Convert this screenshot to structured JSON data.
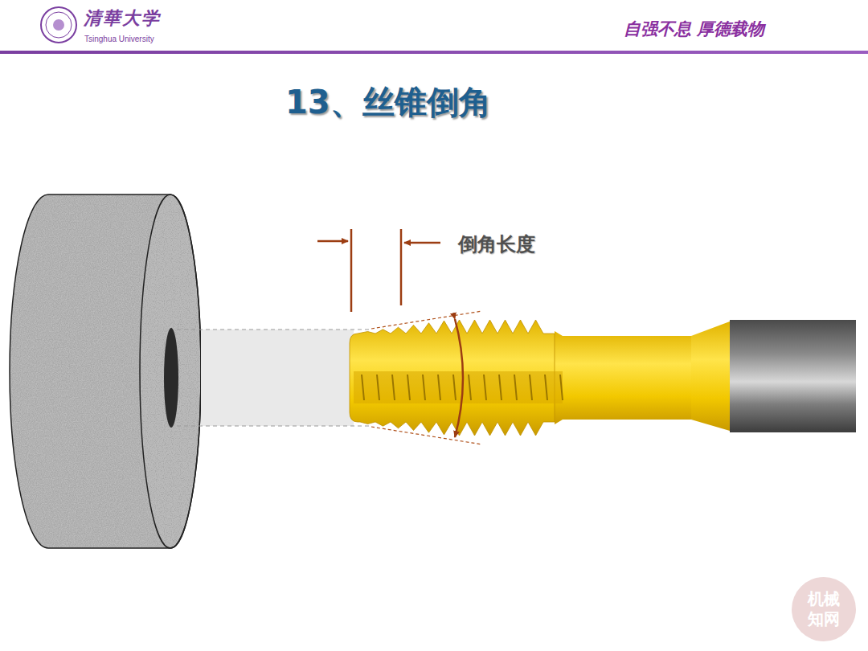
{
  "diagram": {
    "title": "13、丝锥倒角",
    "labels": [
      "清華大学",
      "Tsinghua University",
      "自强不息 厚德载物",
      "倒角长度",
      "机械 知网"
    ]
  }
}
